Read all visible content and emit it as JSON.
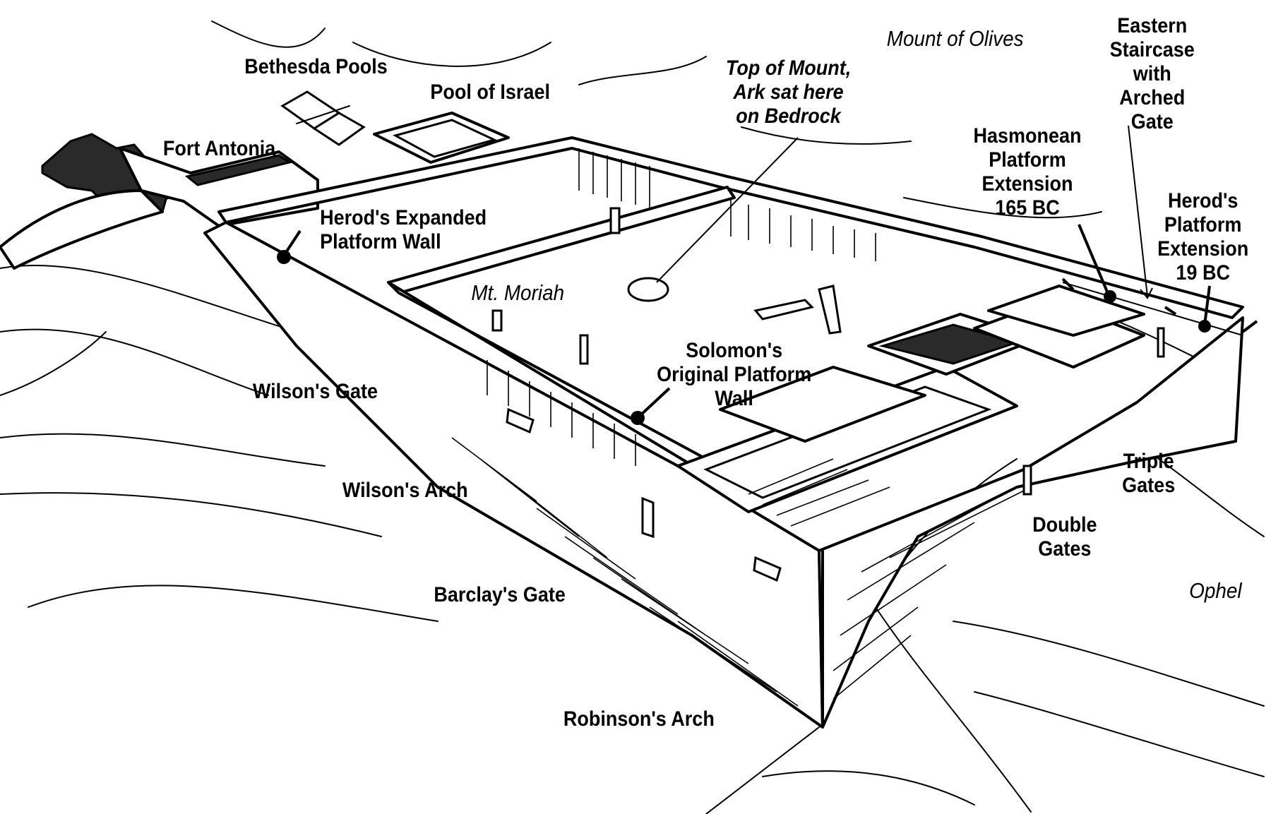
{
  "diagram": {
    "subject": "Temple Mount platform illustration",
    "labels": {
      "bethesda_pools": "Bethesda Pools",
      "pool_of_israel": "Pool of Israel",
      "fort_antonia": "Fort Antonia",
      "herods_wall_line1": "Herod's Expanded",
      "herods_wall_line2": "Platform Wall",
      "top_of_mount_line1": "Top of Mount,",
      "top_of_mount_line2": "Ark sat here",
      "top_of_mount_line3": "on Bedrock",
      "mount_of_olives": "Mount of Olives",
      "eastern_line1": "Eastern",
      "eastern_line2": "Staircase",
      "eastern_line3": "with",
      "eastern_line4": "Arched",
      "eastern_line5": "Gate",
      "hasmonean_line1": "Hasmonean",
      "hasmonean_line2": "Platform",
      "hasmonean_line3": "Extension",
      "hasmonean_line4": "165 BC",
      "herods_ext_line1": "Herod's",
      "herods_ext_line2": "Platform",
      "herods_ext_line3": "Extension",
      "herods_ext_line4": "19 BC",
      "mt_moriah": "Mt. Moriah",
      "solomons_line1": "Solomon's",
      "solomons_line2": "Original Platform",
      "solomons_line3": "Wall",
      "wilsons_gate": "Wilson's Gate",
      "wilsons_arch": "Wilson's Arch",
      "triple_gates_line1": "Triple",
      "triple_gates_line2": "Gates",
      "double_gates_line1": "Double",
      "double_gates_line2": "Gates",
      "ophel": "Ophel",
      "barclays_gate": "Barclay's Gate",
      "robinsons_arch": "Robinson's Arch"
    }
  }
}
